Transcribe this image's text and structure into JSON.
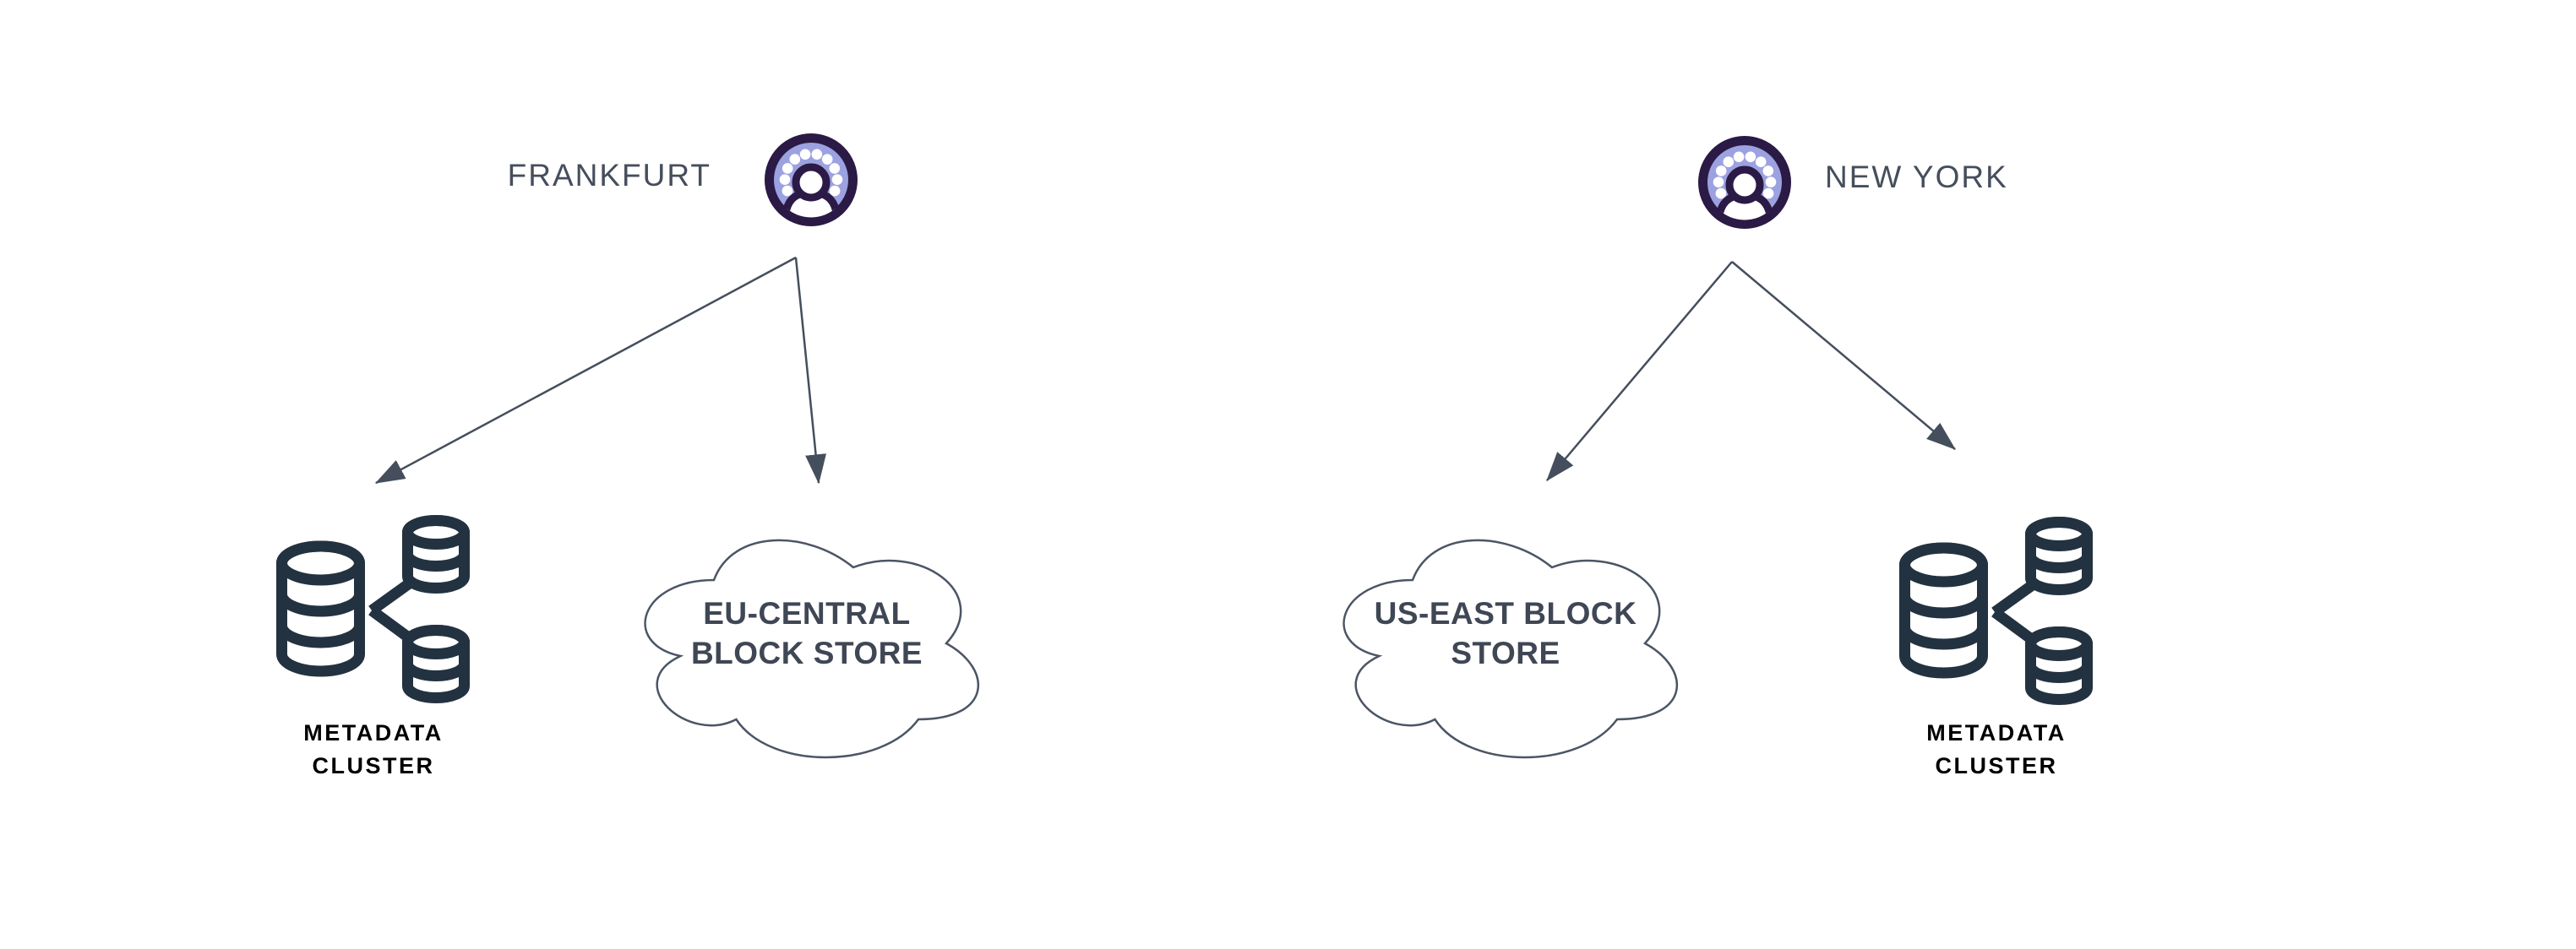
{
  "diagram": {
    "left": {
      "client_label": "FRANKFURT",
      "metadata": {
        "line1": "METADATA",
        "line2": "CLUSTER"
      },
      "store_cloud": {
        "line1": "EU-CENTRAL",
        "line2": "BLOCK STORE"
      }
    },
    "right": {
      "client_label": "NEW YORK",
      "metadata": {
        "line1": "METADATA",
        "line2": "CLUSTER"
      },
      "store_cloud": {
        "line1": "US-EAST BLOCK",
        "line2": "STORE"
      }
    },
    "icons": {
      "user": "user-avatar-icon",
      "database": "database-cluster-icon",
      "cloud": "cloud-shape",
      "arrow": "arrow-connector"
    },
    "colors": {
      "background": "#ffffff",
      "line": "#454e5c",
      "label_text": "#454e5c",
      "cloud_stroke": "#4b5564",
      "cloud_text": "#3f4755",
      "db_icon_stroke": "#233240",
      "metadata_text": "#000000",
      "avatar_ring": "#2a1a45",
      "avatar_fill": "#9ca1e0",
      "avatar_person": "#ffffff"
    }
  }
}
